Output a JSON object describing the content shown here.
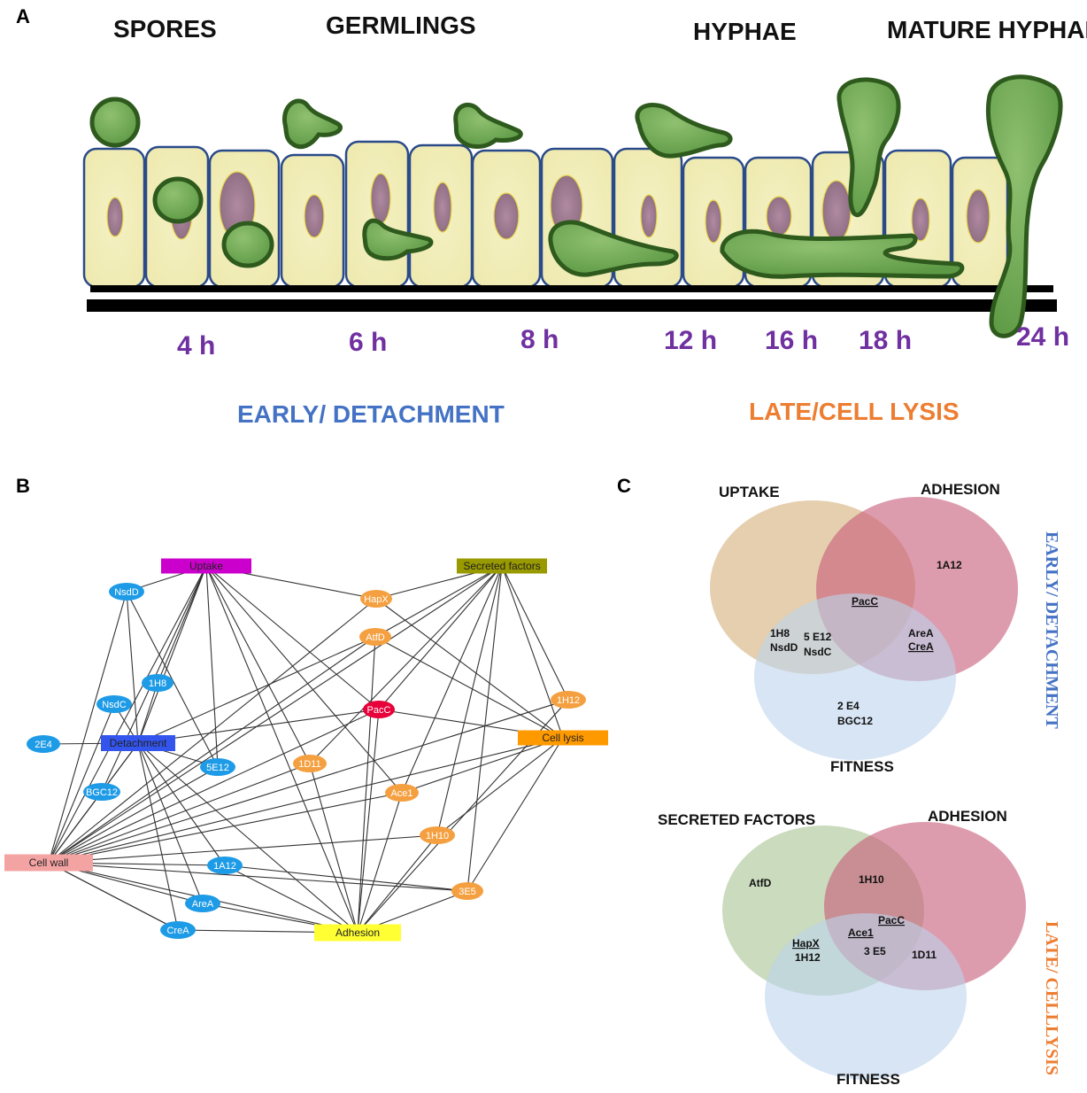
{
  "panelA": {
    "letter": "A",
    "stages": [
      "SPORES",
      "GERMLINGS",
      "HYPHAE",
      "MATURE HYPHAE"
    ],
    "times": [
      "4 h",
      "6 h",
      "8 h",
      "12 h",
      "16 h",
      "18 h",
      "24 h"
    ],
    "phase_early": "EARLY/ DETACHMENT",
    "phase_late": "LATE/CELL LYSIS"
  },
  "panelB": {
    "letter": "B",
    "nodes": {
      "uptake": "Uptake",
      "secreted": "Secreted factors",
      "detachment": "Detachment",
      "celllysis": "Cell lysis",
      "cellwall": "Cell wall",
      "adhesion": "Adhesion",
      "nsdD": "NsdD",
      "h1H8": "1H8",
      "nsdC": "NsdC",
      "e2E4": "2E4",
      "e5E12": "5E12",
      "bgc12": "BGC12",
      "a1A12": "1A12",
      "areA": "AreA",
      "creA": "CreA",
      "hapX": "HapX",
      "atfD": "AtfD",
      "pacC": "PacC",
      "h1H12": "1H12",
      "d1D11": "1D11",
      "ace1": "Ace1",
      "h1H10": "1H10",
      "e3E5": "3E5"
    },
    "colors": {
      "uptake": "#cc00cc",
      "secreted": "#999900",
      "detachment": "#3355ee",
      "celllysis": "#ff9900",
      "cellwall": "#f4a3a3",
      "adhesion": "#ffff33",
      "early_gene": "#1e9be6",
      "late_gene": "#f5a040",
      "pacC": "#e8003a"
    }
  },
  "panelC": {
    "letter": "C",
    "early": {
      "titles": [
        "UPTAKE",
        "ADHESION",
        "FITNESS"
      ],
      "items": {
        "adh_only": "1A12",
        "center": "PacC",
        "up_fit_a": "1H8",
        "up_fit_b": "NsdD",
        "up_fit_c": "5 E12",
        "up_fit_d": "NsdC",
        "adh_fit_a": "AreA",
        "adh_fit_b": "CreA",
        "fit_only_a": "2 E4",
        "fit_only_b": "BGC12"
      },
      "side_label": "EARLY/ DETACHMENT"
    },
    "late": {
      "titles": [
        "SECRETED FACTORS",
        "ADHESION",
        "FITNESS"
      ],
      "items": {
        "sec_only": "AtfD",
        "sec_adh": "1H10",
        "center_a": "PacC",
        "center_b": "Ace1",
        "center_c": "3 E5",
        "sec_fit_a": "HapX",
        "sec_fit_b": "1H12",
        "adh_fit": "1D11"
      },
      "side_label": "LATE/ CELLLYSIS"
    }
  }
}
